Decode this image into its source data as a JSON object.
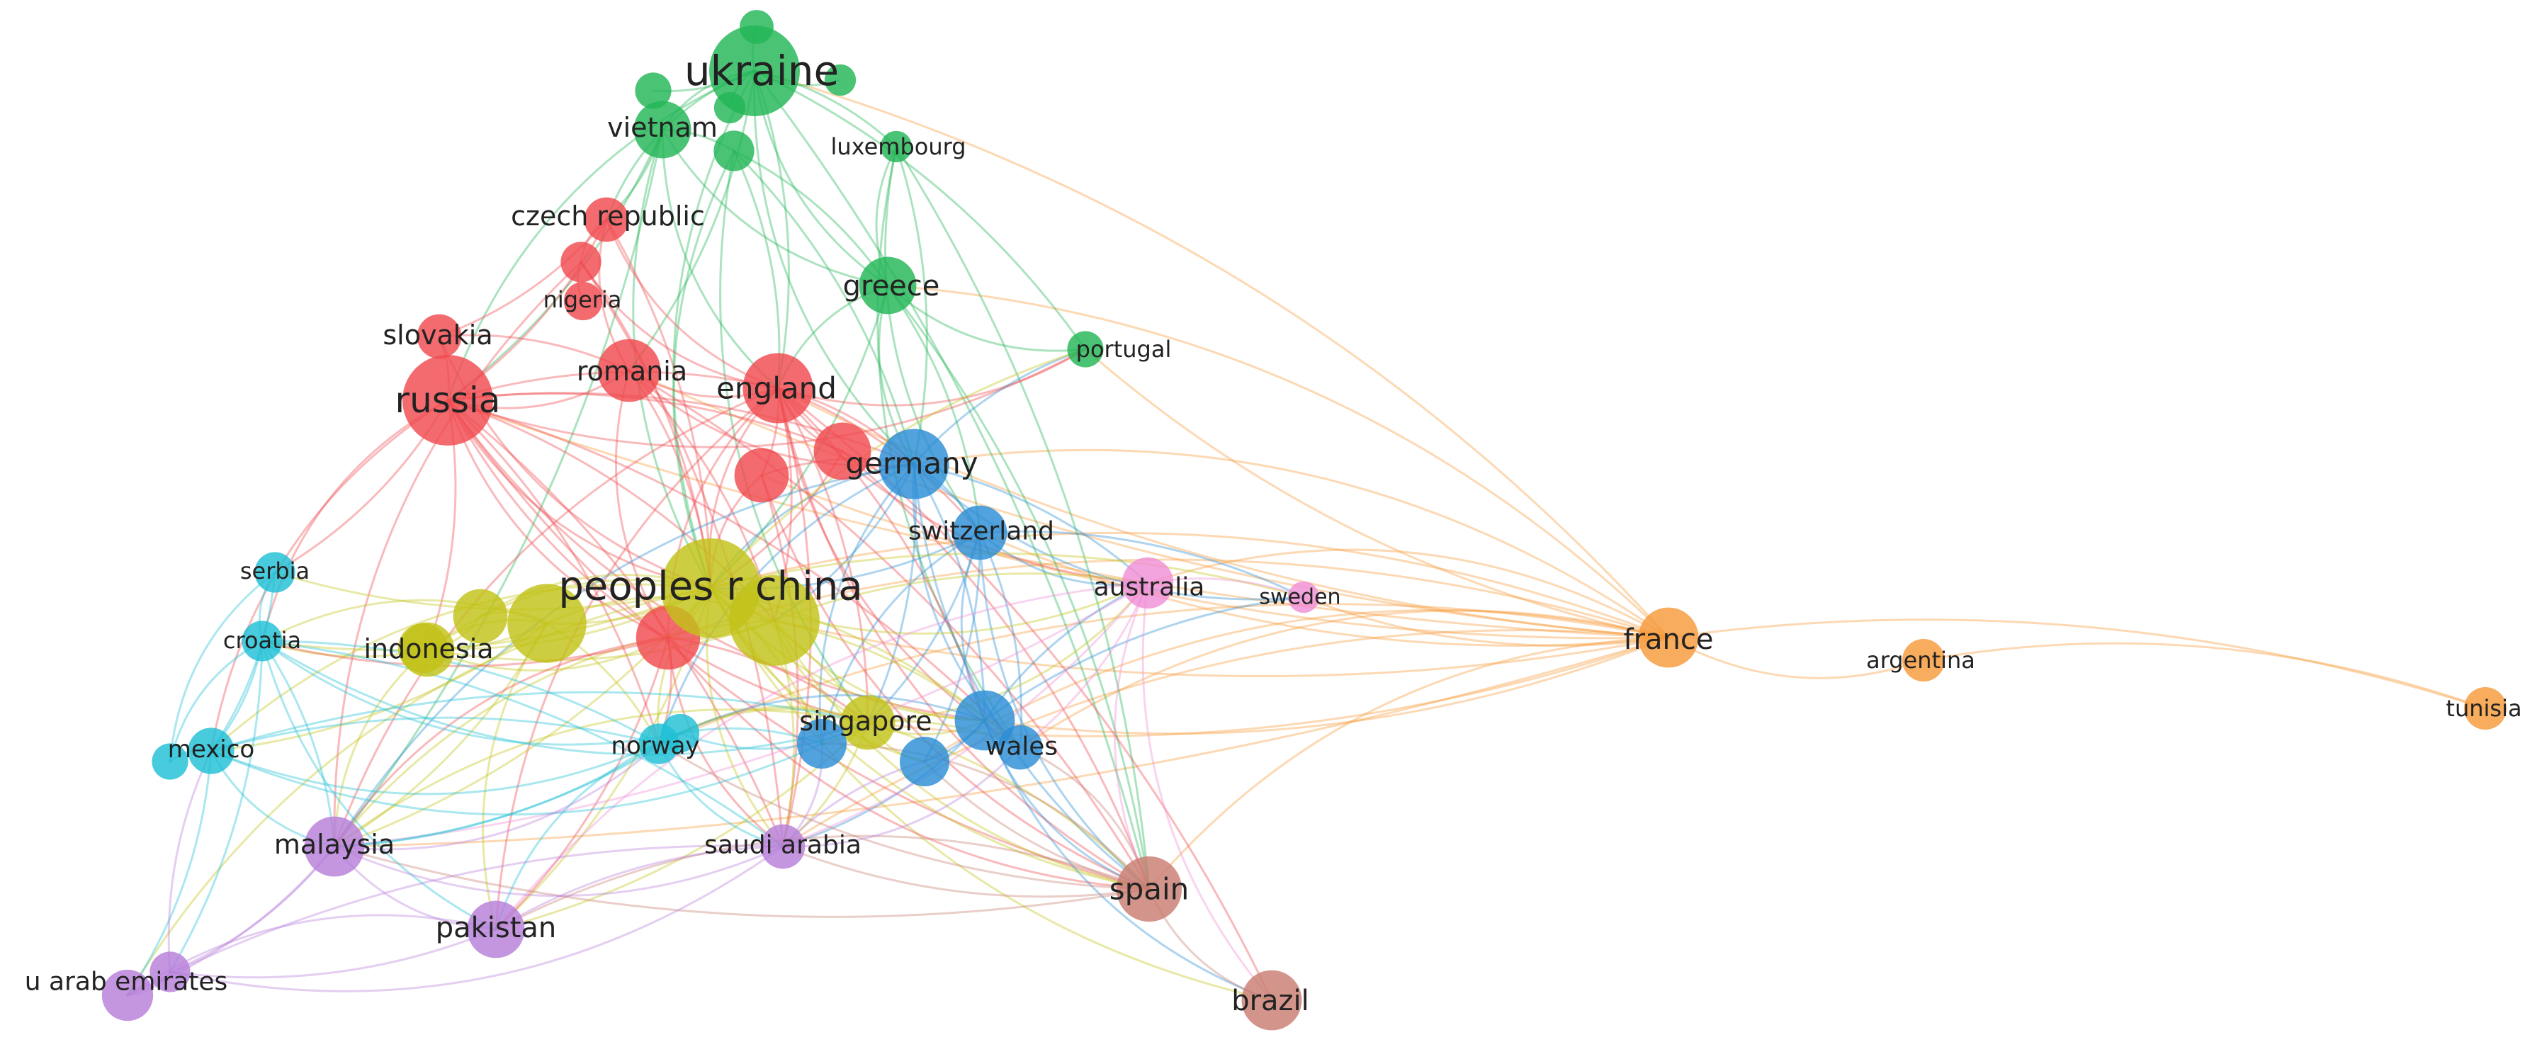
{
  "clusters": {
    "red": "#f04a4f",
    "green": "#22b656",
    "blue": "#2b8ed6",
    "yellow": "#c2c218",
    "cyan": "#1fc0d6",
    "purple": "#b77fd9",
    "orange": "#f79a3a",
    "pink": "#f08fd6",
    "brown": "#c97e72"
  },
  "nodes": [
    {
      "id": "ukraine",
      "label": "ukraine",
      "cluster": "green",
      "weight": 5
    },
    {
      "id": "vietnam",
      "label": "vietnam",
      "cluster": "green",
      "weight": 2
    },
    {
      "id": "luxembourg",
      "label": "luxembourg",
      "cluster": "green",
      "weight": 0.6
    },
    {
      "id": "greece",
      "label": "greece",
      "cluster": "green",
      "weight": 2
    },
    {
      "id": "portugal",
      "label": "portugal",
      "cluster": "green",
      "weight": 0.8
    },
    {
      "id": "g1",
      "label": "",
      "cluster": "green",
      "weight": 0.7
    },
    {
      "id": "g2",
      "label": "",
      "cluster": "green",
      "weight": 0.6
    },
    {
      "id": "g3",
      "label": "",
      "cluster": "green",
      "weight": 0.8
    },
    {
      "id": "g4",
      "label": "",
      "cluster": "green",
      "weight": 0.6
    },
    {
      "id": "g5",
      "label": "",
      "cluster": "green",
      "weight": 1
    },
    {
      "id": "czech",
      "label": "czech republic",
      "cluster": "red",
      "weight": 1.2
    },
    {
      "id": "nigeria",
      "label": "nigeria",
      "cluster": "red",
      "weight": 1
    },
    {
      "id": "r1",
      "label": "",
      "cluster": "red",
      "weight": 0.9
    },
    {
      "id": "slovakia",
      "label": "slovakia",
      "cluster": "red",
      "weight": 1.2
    },
    {
      "id": "russia",
      "label": "russia",
      "cluster": "red",
      "weight": 5
    },
    {
      "id": "romania",
      "label": "romania",
      "cluster": "red",
      "weight": 2.4
    },
    {
      "id": "england",
      "label": "england",
      "cluster": "red",
      "weight": 3
    },
    {
      "id": "r2",
      "label": "",
      "cluster": "red",
      "weight": 2
    },
    {
      "id": "r3",
      "label": "",
      "cluster": "red",
      "weight": 1.8
    },
    {
      "id": "r4",
      "label": "",
      "cluster": "red",
      "weight": 2.5
    },
    {
      "id": "germany",
      "label": "germany",
      "cluster": "blue",
      "weight": 3
    },
    {
      "id": "switzerland",
      "label": "switzerland",
      "cluster": "blue",
      "weight": 1.8
    },
    {
      "id": "singapore",
      "label": "singapore",
      "cluster": "yellow",
      "weight": 1.8
    },
    {
      "id": "b1",
      "label": "",
      "cluster": "blue",
      "weight": 2.2
    },
    {
      "id": "b2",
      "label": "",
      "cluster": "blue",
      "weight": 1.5
    },
    {
      "id": "b3",
      "label": "",
      "cluster": "blue",
      "weight": 1.5
    },
    {
      "id": "wales",
      "label": "wales",
      "cluster": "blue",
      "weight": 1.2
    },
    {
      "id": "china",
      "label": "peoples r china",
      "cluster": "yellow",
      "weight": 6
    },
    {
      "id": "y1",
      "label": "",
      "cluster": "yellow",
      "weight": 5
    },
    {
      "id": "y2",
      "label": "",
      "cluster": "yellow",
      "weight": 3.8
    },
    {
      "id": "y3",
      "label": "",
      "cluster": "yellow",
      "weight": 1.8
    },
    {
      "id": "y4",
      "label": "",
      "cluster": "yellow",
      "weight": 1.5
    },
    {
      "id": "indonesia",
      "label": "indonesia",
      "cluster": "yellow",
      "weight": 1.8
    },
    {
      "id": "serbia",
      "label": "serbia",
      "cluster": "cyan",
      "weight": 1
    },
    {
      "id": "croatia",
      "label": "croatia",
      "cluster": "cyan",
      "weight": 1
    },
    {
      "id": "mexico",
      "label": "mexico",
      "cluster": "cyan",
      "weight": 1.3
    },
    {
      "id": "c1",
      "label": "",
      "cluster": "cyan",
      "weight": 0.8
    },
    {
      "id": "norway",
      "label": "norway",
      "cluster": "cyan",
      "weight": 1
    },
    {
      "id": "c2",
      "label": "",
      "cluster": "cyan",
      "weight": 0.9
    },
    {
      "id": "malaysia",
      "label": "malaysia",
      "cluster": "purple",
      "weight": 2.2
    },
    {
      "id": "saudi",
      "label": "saudi arabia",
      "cluster": "purple",
      "weight": 1.2
    },
    {
      "id": "pakistan",
      "label": "pakistan",
      "cluster": "purple",
      "weight": 2
    },
    {
      "id": "uae",
      "label": "u arab emirates",
      "cluster": "purple",
      "weight": 1.6
    },
    {
      "id": "p1",
      "label": "",
      "cluster": "purple",
      "weight": 1
    },
    {
      "id": "australia",
      "label": "australia",
      "cluster": "pink",
      "weight": 1.6
    },
    {
      "id": "sweden",
      "label": "sweden",
      "cluster": "pink",
      "weight": 0.6
    },
    {
      "id": "france",
      "label": "france",
      "cluster": "orange",
      "weight": 2.2
    },
    {
      "id": "argentina",
      "label": "argentina",
      "cluster": "orange",
      "weight": 1.1
    },
    {
      "id": "tunisia",
      "label": "tunisia",
      "cluster": "orange",
      "weight": 1.1
    },
    {
      "id": "spain",
      "label": "spain",
      "cluster": "brown",
      "weight": 2.6
    },
    {
      "id": "brazil",
      "label": "brazil",
      "cluster": "brown",
      "weight": 2.2
    }
  ],
  "links": [
    [
      "france",
      "china"
    ],
    [
      "france",
      "england"
    ],
    [
      "france",
      "germany"
    ],
    [
      "france",
      "russia"
    ],
    [
      "france",
      "spain"
    ],
    [
      "france",
      "singapore"
    ],
    [
      "france",
      "wales"
    ],
    [
      "france",
      "b1"
    ],
    [
      "france",
      "b3"
    ],
    [
      "france",
      "switzerland"
    ],
    [
      "france",
      "greece"
    ],
    [
      "france",
      "portugal"
    ],
    [
      "france",
      "australia"
    ],
    [
      "france",
      "y1"
    ],
    [
      "france",
      "r4"
    ],
    [
      "france",
      "romania"
    ],
    [
      "france",
      "argentina"
    ],
    [
      "france",
      "tunisia"
    ],
    [
      "france",
      "ukraine"
    ],
    [
      "france",
      "malaysia"
    ],
    [
      "france",
      "saudi"
    ],
    [
      "france",
      "r3"
    ],
    [
      "france",
      "norway"
    ],
    [
      "france",
      "sweden"
    ],
    [
      "ukraine",
      "vietnam"
    ],
    [
      "ukraine",
      "g1"
    ],
    [
      "ukraine",
      "g2"
    ],
    [
      "ukraine",
      "g3"
    ],
    [
      "ukraine",
      "g4"
    ],
    [
      "ukraine",
      "luxembourg"
    ],
    [
      "ukraine",
      "greece"
    ],
    [
      "ukraine",
      "portugal"
    ],
    [
      "ukraine",
      "china"
    ],
    [
      "ukraine",
      "england"
    ],
    [
      "ukraine",
      "russia"
    ],
    [
      "ukraine",
      "spain"
    ],
    [
      "ukraine",
      "germany"
    ],
    [
      "ukraine",
      "romania"
    ],
    [
      "ukraine",
      "czech"
    ],
    [
      "vietnam",
      "g5"
    ],
    [
      "vietnam",
      "greece"
    ],
    [
      "vietnam",
      "russia"
    ],
    [
      "vietnam",
      "china"
    ],
    [
      "vietnam",
      "malaysia"
    ],
    [
      "vietnam",
      "england"
    ],
    [
      "vietnam",
      "czech"
    ],
    [
      "luxembourg",
      "switzerland"
    ],
    [
      "luxembourg",
      "germany"
    ],
    [
      "luxembourg",
      "wales"
    ],
    [
      "luxembourg",
      "spain"
    ],
    [
      "luxembourg",
      "greece"
    ],
    [
      "g5",
      "greece"
    ],
    [
      "g5",
      "china"
    ],
    [
      "g5",
      "england"
    ],
    [
      "g5",
      "singapore"
    ],
    [
      "g5",
      "germany"
    ],
    [
      "greece",
      "portugal"
    ],
    [
      "greece",
      "spain"
    ],
    [
      "greece",
      "england"
    ],
    [
      "greece",
      "china"
    ],
    [
      "greece",
      "germany"
    ],
    [
      "greece",
      "switzerland"
    ],
    [
      "czech",
      "nigeria"
    ],
    [
      "czech",
      "russia"
    ],
    [
      "czech",
      "england"
    ],
    [
      "czech",
      "china"
    ],
    [
      "czech",
      "romania"
    ],
    [
      "czech",
      "slovakia"
    ],
    [
      "nigeria",
      "r1"
    ],
    [
      "nigeria",
      "china"
    ],
    [
      "nigeria",
      "england"
    ],
    [
      "nigeria",
      "saudi"
    ],
    [
      "nigeria",
      "malaysia"
    ],
    [
      "slovakia",
      "russia"
    ],
    [
      "slovakia",
      "china"
    ],
    [
      "slovakia",
      "romania"
    ],
    [
      "russia",
      "romania"
    ],
    [
      "russia",
      "england"
    ],
    [
      "russia",
      "china"
    ],
    [
      "russia",
      "germany"
    ],
    [
      "russia",
      "spain"
    ],
    [
      "russia",
      "serbia"
    ],
    [
      "russia",
      "croatia"
    ],
    [
      "russia",
      "indonesia"
    ],
    [
      "russia",
      "r4"
    ],
    [
      "russia",
      "y1"
    ],
    [
      "russia",
      "b1"
    ],
    [
      "russia",
      "norway"
    ],
    [
      "russia",
      "singapore"
    ],
    [
      "russia",
      "wales"
    ],
    [
      "russia",
      "mexico"
    ],
    [
      "russia",
      "saudi"
    ],
    [
      "russia",
      "portugal"
    ],
    [
      "russia",
      "r2"
    ],
    [
      "romania",
      "england"
    ],
    [
      "romania",
      "china"
    ],
    [
      "romania",
      "germany"
    ],
    [
      "romania",
      "spain"
    ],
    [
      "romania",
      "r4"
    ],
    [
      "romania",
      "y1"
    ],
    [
      "england",
      "china"
    ],
    [
      "england",
      "germany"
    ],
    [
      "england",
      "spain"
    ],
    [
      "england",
      "switzerland"
    ],
    [
      "england",
      "australia"
    ],
    [
      "england",
      "singapore"
    ],
    [
      "england",
      "wales"
    ],
    [
      "england",
      "b1"
    ],
    [
      "england",
      "r2"
    ],
    [
      "england",
      "r3"
    ],
    [
      "england",
      "r4"
    ],
    [
      "england",
      "y1"
    ],
    [
      "england",
      "malaysia"
    ],
    [
      "england",
      "saudi"
    ],
    [
      "england",
      "pakistan"
    ],
    [
      "england",
      "brazil"
    ],
    [
      "england",
      "portugal"
    ],
    [
      "r2",
      "china"
    ],
    [
      "r2",
      "germany"
    ],
    [
      "r2",
      "spain"
    ],
    [
      "r3",
      "china"
    ],
    [
      "r3",
      "germany"
    ],
    [
      "r3",
      "spain"
    ],
    [
      "r3",
      "saudi"
    ],
    [
      "germany",
      "china"
    ],
    [
      "germany",
      "switzerland"
    ],
    [
      "germany",
      "spain"
    ],
    [
      "germany",
      "singapore"
    ],
    [
      "germany",
      "wales"
    ],
    [
      "germany",
      "b1"
    ],
    [
      "germany",
      "b2"
    ],
    [
      "germany",
      "australia"
    ],
    [
      "germany",
      "sweden"
    ],
    [
      "germany",
      "y1"
    ],
    [
      "germany",
      "norway"
    ],
    [
      "germany",
      "portugal"
    ],
    [
      "germany",
      "malaysia"
    ],
    [
      "switzerland",
      "china"
    ],
    [
      "switzerland",
      "spain"
    ],
    [
      "switzerland",
      "wales"
    ],
    [
      "switzerland",
      "b1"
    ],
    [
      "switzerland",
      "singapore"
    ],
    [
      "switzerland",
      "australia"
    ],
    [
      "switzerland",
      "sweden"
    ],
    [
      "switzerland",
      "b2"
    ],
    [
      "switzerland",
      "b3"
    ],
    [
      "china",
      "y1"
    ],
    [
      "china",
      "y2"
    ],
    [
      "china",
      "y3"
    ],
    [
      "china",
      "y4"
    ],
    [
      "china",
      "indonesia"
    ],
    [
      "china",
      "r4"
    ],
    [
      "china",
      "spain"
    ],
    [
      "china",
      "singapore"
    ],
    [
      "china",
      "australia"
    ],
    [
      "china",
      "malaysia"
    ],
    [
      "china",
      "saudi"
    ],
    [
      "china",
      "pakistan"
    ],
    [
      "china",
      "b1"
    ],
    [
      "china",
      "b2"
    ],
    [
      "china",
      "b3"
    ],
    [
      "china",
      "wales"
    ],
    [
      "china",
      "norway"
    ],
    [
      "china",
      "sweden"
    ],
    [
      "china",
      "brazil"
    ],
    [
      "china",
      "croatia"
    ],
    [
      "china",
      "mexico"
    ],
    [
      "china",
      "serbia"
    ],
    [
      "china",
      "uae"
    ],
    [
      "china",
      "portugal"
    ],
    [
      "y1",
      "y2"
    ],
    [
      "y1",
      "r4"
    ],
    [
      "y1",
      "singapore"
    ],
    [
      "y1",
      "australia"
    ],
    [
      "y1",
      "b1"
    ],
    [
      "y1",
      "wales"
    ],
    [
      "y1",
      "spain"
    ],
    [
      "y1",
      "saudi"
    ],
    [
      "y1",
      "malaysia"
    ],
    [
      "y1",
      "indonesia"
    ],
    [
      "y2",
      "y3"
    ],
    [
      "y2",
      "y4"
    ],
    [
      "y2",
      "indonesia"
    ],
    [
      "y2",
      "malaysia"
    ],
    [
      "y2",
      "croatia"
    ],
    [
      "y2",
      "mexico"
    ],
    [
      "y2",
      "pakistan"
    ],
    [
      "y2",
      "norway"
    ],
    [
      "indonesia",
      "y3"
    ],
    [
      "indonesia",
      "y4"
    ],
    [
      "indonesia",
      "malaysia"
    ],
    [
      "indonesia",
      "croatia"
    ],
    [
      "indonesia",
      "r4"
    ],
    [
      "r4",
      "norway"
    ],
    [
      "r4",
      "saudi"
    ],
    [
      "r4",
      "singapore"
    ],
    [
      "r4",
      "malaysia"
    ],
    [
      "r4",
      "croatia"
    ],
    [
      "r4",
      "spain"
    ],
    [
      "r4",
      "pakistan"
    ],
    [
      "singapore",
      "b1"
    ],
    [
      "singapore",
      "b2"
    ],
    [
      "singapore",
      "b3"
    ],
    [
      "singapore",
      "wales"
    ],
    [
      "singapore",
      "australia"
    ],
    [
      "singapore",
      "spain"
    ],
    [
      "singapore",
      "norway"
    ],
    [
      "singapore",
      "saudi"
    ],
    [
      "singapore",
      "malaysia"
    ],
    [
      "singapore",
      "pakistan"
    ],
    [
      "singapore",
      "c2"
    ],
    [
      "b1",
      "b3"
    ],
    [
      "b1",
      "wales"
    ],
    [
      "b1",
      "australia"
    ],
    [
      "b1",
      "spain"
    ],
    [
      "b1",
      "sweden"
    ],
    [
      "b1",
      "brazil"
    ],
    [
      "b1",
      "saudi"
    ],
    [
      "b1",
      "norway"
    ],
    [
      "australia",
      "sweden"
    ],
    [
      "australia",
      "spain"
    ],
    [
      "australia",
      "saudi"
    ],
    [
      "australia",
      "pakistan"
    ],
    [
      "australia",
      "malaysia"
    ],
    [
      "australia",
      "brazil"
    ],
    [
      "australia",
      "wales"
    ],
    [
      "spain",
      "brazil"
    ],
    [
      "spain",
      "saudi"
    ],
    [
      "spain",
      "wales"
    ],
    [
      "spain",
      "norway"
    ],
    [
      "spain",
      "pakistan"
    ],
    [
      "spain",
      "malaysia"
    ],
    [
      "spain",
      "b2"
    ],
    [
      "spain",
      "b3"
    ],
    [
      "serbia",
      "croatia"
    ],
    [
      "serbia",
      "mexico"
    ],
    [
      "serbia",
      "c1"
    ],
    [
      "croatia",
      "mexico"
    ],
    [
      "croatia",
      "c1"
    ],
    [
      "croatia",
      "norway"
    ],
    [
      "croatia",
      "c2"
    ],
    [
      "croatia",
      "malaysia"
    ],
    [
      "croatia",
      "singapore"
    ],
    [
      "croatia",
      "saudi"
    ],
    [
      "croatia",
      "pakistan"
    ],
    [
      "croatia",
      "p1"
    ],
    [
      "mexico",
      "c1"
    ],
    [
      "mexico",
      "norway"
    ],
    [
      "mexico",
      "c2"
    ],
    [
      "mexico",
      "singapore"
    ],
    [
      "mexico",
      "malaysia"
    ],
    [
      "mexico",
      "uae"
    ],
    [
      "mexico",
      "b2"
    ],
    [
      "norway",
      "c2"
    ],
    [
      "norway",
      "saudi"
    ],
    [
      "norway",
      "malaysia"
    ],
    [
      "norway",
      "pakistan"
    ],
    [
      "c2",
      "b2"
    ],
    [
      "c2",
      "singapore"
    ],
    [
      "c2",
      "malaysia"
    ],
    [
      "malaysia",
      "pakistan"
    ],
    [
      "malaysia",
      "uae"
    ],
    [
      "malaysia",
      "saudi"
    ],
    [
      "malaysia",
      "p1"
    ],
    [
      "malaysia",
      "norway"
    ],
    [
      "pakistan",
      "saudi"
    ],
    [
      "pakistan",
      "uae"
    ],
    [
      "pakistan",
      "p1"
    ],
    [
      "uae",
      "p1"
    ],
    [
      "uae",
      "saudi"
    ],
    [
      "p1",
      "saudi"
    ],
    [
      "p1",
      "mexico"
    ],
    [
      "saudi",
      "b2"
    ],
    [
      "saudi",
      "b3"
    ],
    [
      "saudi",
      "wales"
    ],
    [
      "argentina",
      "tunisia"
    ]
  ]
}
